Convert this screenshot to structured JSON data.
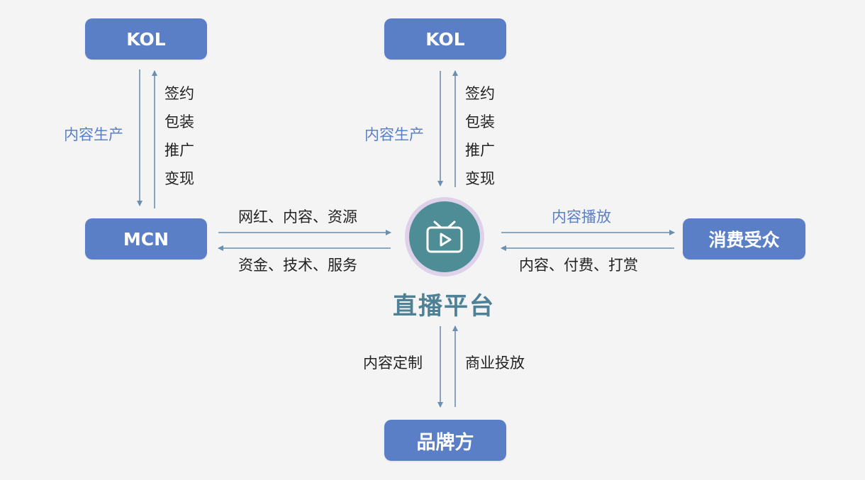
{
  "nodes": {
    "kol_left": "KOL",
    "kol_center": "KOL",
    "mcn": "MCN",
    "consumers": "消费受众",
    "brand": "品牌方"
  },
  "platform": {
    "title": "直播平台",
    "icon": "tv-play-icon"
  },
  "kol_mcn": {
    "up_label": "内容生产",
    "services": [
      "签约",
      "包装",
      "推广",
      "变现"
    ]
  },
  "kol_platform": {
    "up_label": "内容生产",
    "services": [
      "签约",
      "包装",
      "推广",
      "变现"
    ]
  },
  "mcn_platform": {
    "to_platform": "网红、内容、资源",
    "to_mcn": "资金、技术、服务"
  },
  "platform_consumers": {
    "to_consumers": "内容播放",
    "to_platform": "内容、付费、打赏"
  },
  "brand_platform": {
    "to_brand": "内容定制",
    "to_platform": "商业投放"
  },
  "colors": {
    "node_fill": "#5b7fc7",
    "accent_text": "#5b7fc7",
    "arrow": "#6a8fb0",
    "platform_circle": "#4e8c96",
    "platform_ring": "#ddd2ea",
    "platform_title": "#4e8196",
    "background": "#f4f4f5"
  }
}
